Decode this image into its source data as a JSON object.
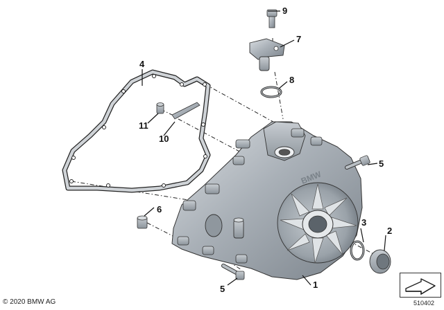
{
  "callouts": [
    {
      "id": "1",
      "label": "1"
    },
    {
      "id": "2",
      "label": "2"
    },
    {
      "id": "3",
      "label": "3"
    },
    {
      "id": "4",
      "label": "4"
    },
    {
      "id": "5a",
      "label": "5"
    },
    {
      "id": "5b",
      "label": "5"
    },
    {
      "id": "6",
      "label": "6"
    },
    {
      "id": "7",
      "label": "7"
    },
    {
      "id": "8",
      "label": "8"
    },
    {
      "id": "9",
      "label": "9"
    },
    {
      "id": "10",
      "label": "10"
    },
    {
      "id": "11",
      "label": "11"
    }
  ],
  "cover_logo": "BMW",
  "footer": {
    "copyright": "© 2020 BMW AG",
    "diagram_id": "510402"
  },
  "icons": {
    "nav": "next-page-arrow-icon"
  }
}
